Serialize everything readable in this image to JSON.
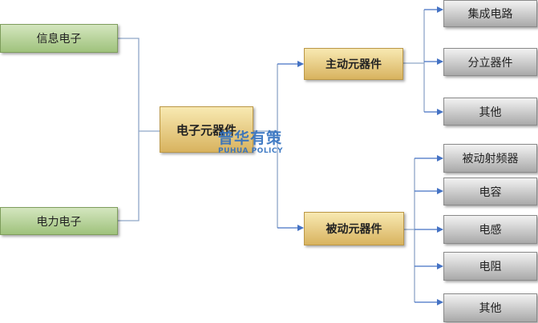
{
  "diagram": {
    "sources": [
      "信息电子",
      "电力电子"
    ],
    "center": "电子元器件",
    "categories": [
      "主动元器件",
      "被动元器件"
    ],
    "active_children": [
      "集成电路",
      "分立器件",
      "其他"
    ],
    "passive_children": [
      "被动射频器",
      "电容",
      "电感",
      "电阻",
      "其他"
    ],
    "watermark": {
      "cn": "普华有策",
      "en": "PUHUA POLICY"
    },
    "colors": {
      "line": "#8fa6c8",
      "arrow": "#4472c4",
      "source_fill": "#b5d396",
      "category_fill": "#e8cc7f",
      "leaf_fill": "#c8c8c8",
      "watermark": "#2f6fbf"
    }
  }
}
